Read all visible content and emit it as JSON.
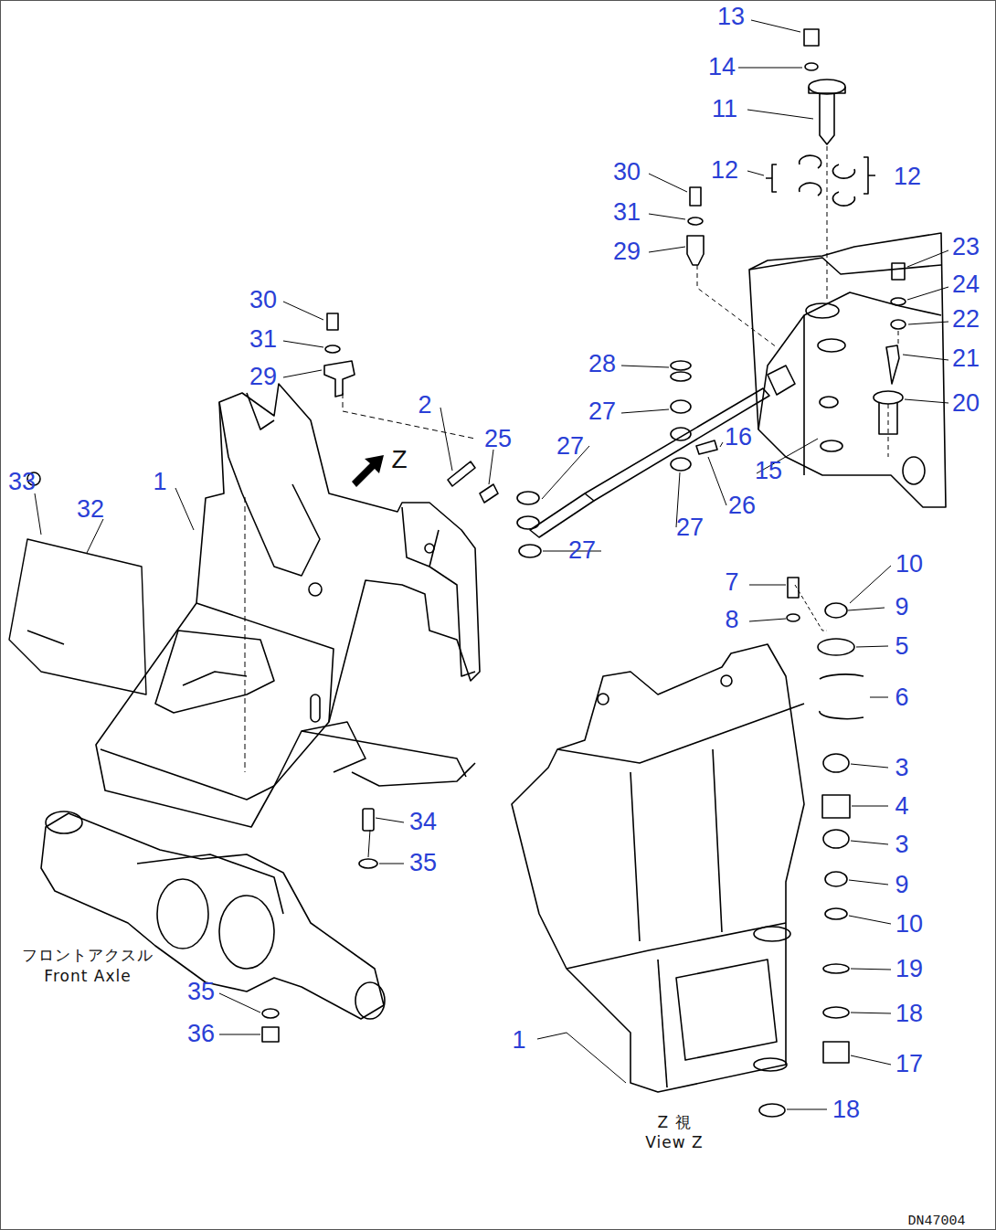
{
  "diagram": {
    "labels": [
      "13",
      "14",
      "11",
      "30",
      "12",
      "12",
      "31",
      "23",
      "29",
      "24",
      "22",
      "30",
      "28",
      "21",
      "2",
      "20",
      "27",
      "31",
      "25",
      "16",
      "29",
      "27",
      "Z",
      "15",
      "33",
      "1",
      "32",
      "26",
      "27",
      "27",
      "10",
      "7",
      "9",
      "8",
      "5",
      "6",
      "3",
      "4",
      "34",
      "3",
      "35",
      "9",
      "10",
      "フロントアクスル",
      "Front Axle",
      "19",
      "35",
      "18",
      "36",
      "1",
      "17",
      "18",
      "Z 視",
      "View Z",
      "DN47004"
    ]
  }
}
